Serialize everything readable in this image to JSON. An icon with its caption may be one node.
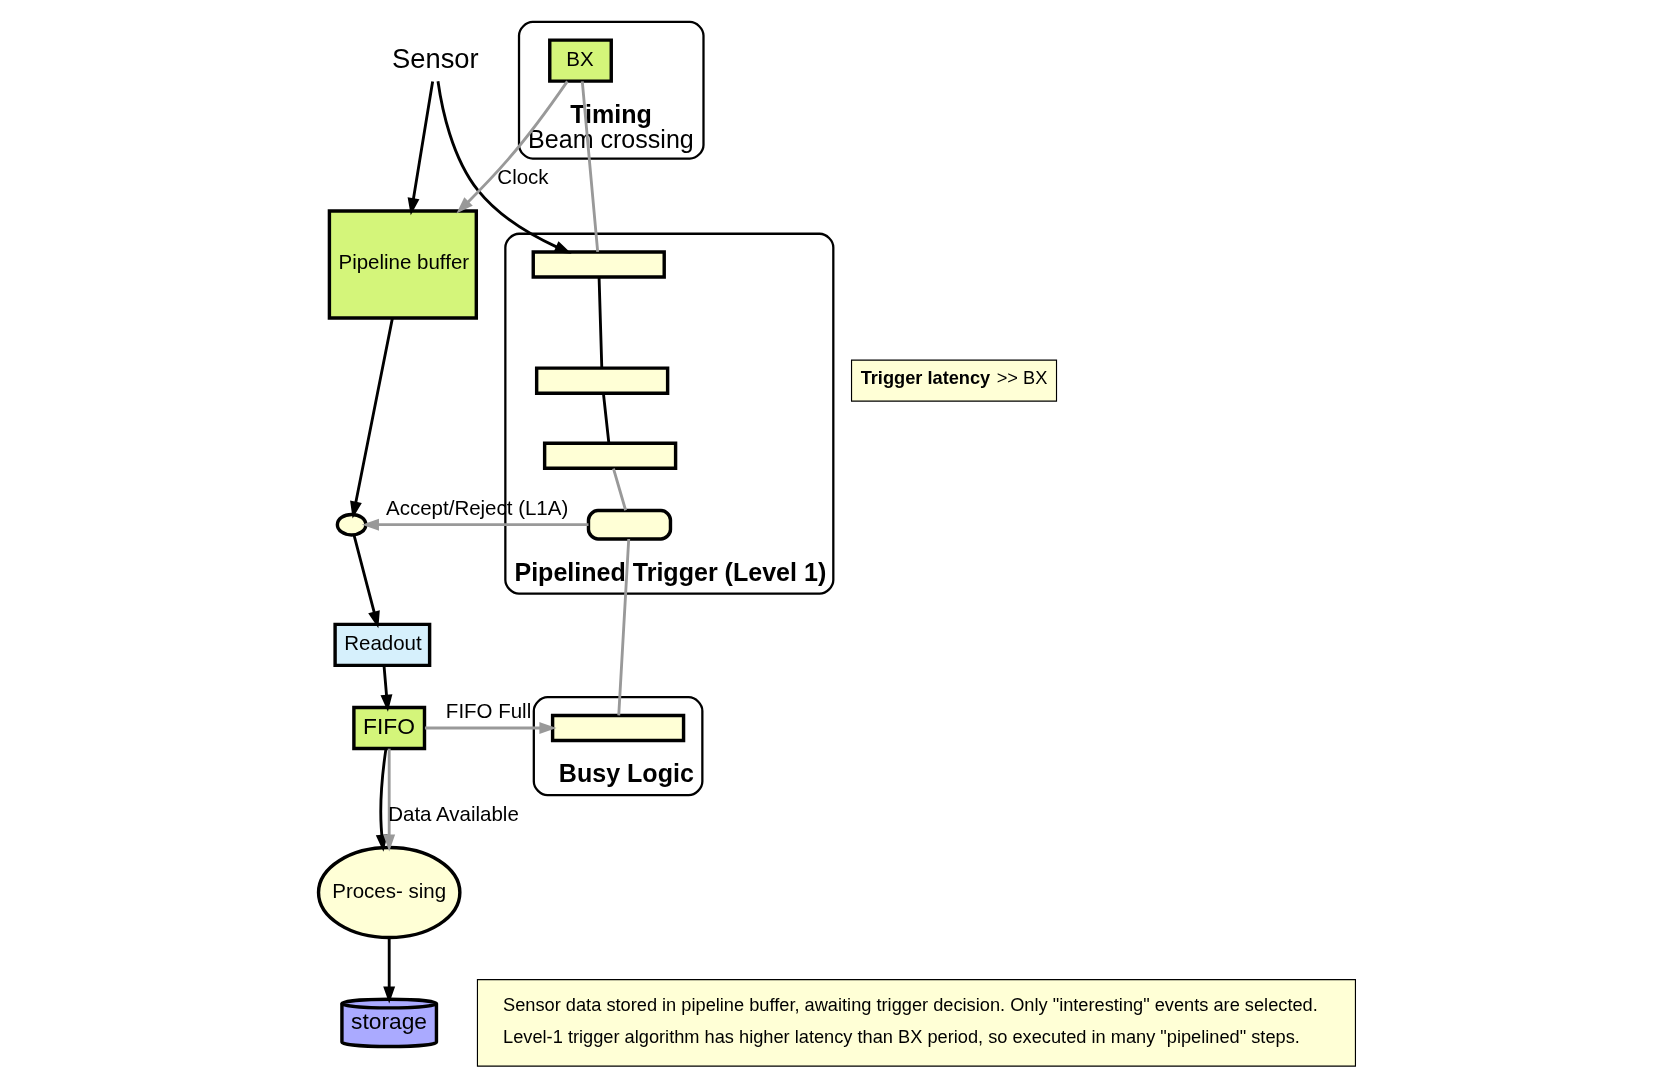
{
  "diagram": {
    "nodes": [
      {
        "text": [
          "Sensor"
        ]
      },
      {
        "text": [
          "Pipeline buffer"
        ]
      },
      {
        "text": [],
        "shape": "ellipse"
      },
      {
        "text": [
          "Readout"
        ]
      },
      {
        "text": [
          "FIFO"
        ]
      },
      {
        "text": [
          "Proces- sing"
        ]
      },
      {
        "text": [
          "storage"
        ]
      },
      {
        "text": [
          "Timing",
          "Beam crossing"
        ]
      },
      {
        "text": [
          "BX"
        ],
        "in": 7
      },
      {
        "text": [
          "Pipelined Trigger (Level 1)"
        ]
      },
      {
        "text": [],
        "shape": "box",
        "in": 9
      },
      {
        "text": [],
        "shape": "box",
        "in": 9
      },
      {
        "text": [],
        "shape": "box",
        "in": 9
      },
      {
        "text": [],
        "shape": "gate",
        "in": 9
      },
      {
        "text": [
          "Busy Logic"
        ]
      },
      {
        "text": [],
        "shape": "box",
        "in": 14
      },
      {
        "text": [
          "**Trigger latency** >> BX"
        ]
      },
      {
        "text": [
          "Sensor data stored in pipeline buffer, awaiting trigger decision. Only \"interesting\" events are selected.",
          "Level-1 trigger algorithm has higher latency than BX period, so executed in many \"pipelined\" steps."
        ]
      }
    ],
    "edges": [
      {
        "from": 0,
        "to": 1,
        "arrow": "to"
      },
      {
        "from": 0,
        "to": 10,
        "arrow": "to"
      },
      {
        "from": 8,
        "to": 1,
        "arrow": "to",
        "label": "Clock",
        "color": "#999999"
      },
      {
        "from": 8,
        "to": 10,
        "arrow": "none",
        "color": "#999999"
      },
      {
        "from": 10,
        "to": 11,
        "arrow": "none"
      },
      {
        "from": 11,
        "to": 12,
        "arrow": "none"
      },
      {
        "from": 12,
        "to": 13,
        "arrow": "none",
        "color": "#999999"
      },
      {
        "from": 13,
        "to": 2,
        "arrow": "to",
        "label": "Accept/Reject (L1A)",
        "color": "#999999"
      },
      {
        "from": 13,
        "to": 15,
        "arrow": "none",
        "color": "#999999"
      },
      {
        "from": 1,
        "to": 2,
        "arrow": "to"
      },
      {
        "from": 2,
        "to": 3,
        "arrow": "to"
      },
      {
        "from": 3,
        "to": 4,
        "arrow": "to"
      },
      {
        "from": 4,
        "to": 15,
        "arrow": "to",
        "label": "FIFO Full",
        "color": "#999999"
      },
      {
        "from": 4,
        "to": 5,
        "arrow": "to"
      },
      {
        "from": 4,
        "to": 5,
        "arrow": "to",
        "label": "Data Available",
        "color": "#999999"
      },
      {
        "from": 5,
        "to": 6,
        "arrow": "to"
      }
    ]
  }
}
